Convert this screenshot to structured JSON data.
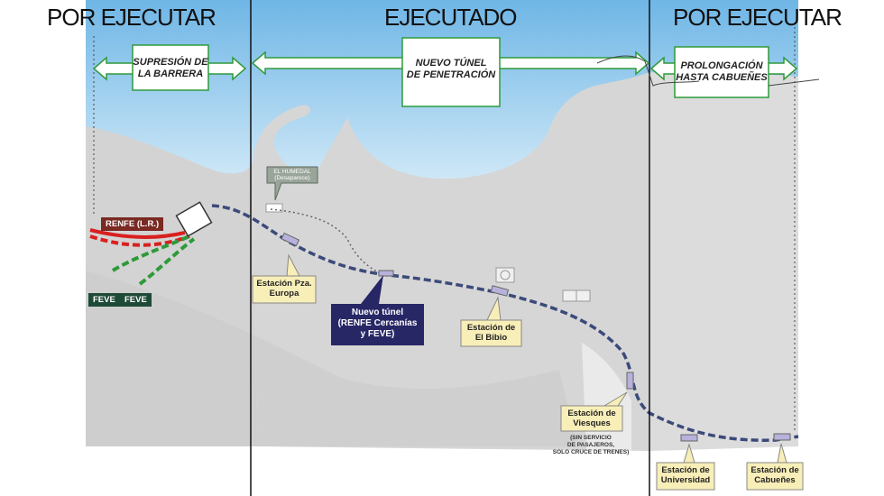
{
  "phases": {
    "left": "POR EJECUTAR",
    "center": "EJECUTADO",
    "right": "POR EJECUTAR"
  },
  "sections": {
    "barrier": [
      "SUPRESIÓN DE",
      "LA BARRERA"
    ],
    "tunnel": [
      "NUEVO TÚNEL",
      "DE PENETRACIÓN"
    ],
    "extension": [
      "PROLONGACIÓN",
      "HASTA CABUEÑES"
    ]
  },
  "humedal": [
    "EL HUMEDAL",
    "(Desaparece)"
  ],
  "tags": {
    "renfe": "RENFE (L.R.)",
    "feve1": "FEVE",
    "feve2": "FEVE"
  },
  "stations": {
    "europa": [
      "Estación Pza.",
      "Europa"
    ],
    "bibio": [
      "Estación de",
      "El Bibio"
    ],
    "viesques": [
      "Estación de",
      "Viesques"
    ],
    "viesques_note": [
      "(SIN SERVICIO",
      "DE PASAJEROS,",
      "SOLO CRUCE DE TRENES)"
    ],
    "universidad": [
      "Estación de",
      "Universidad"
    ],
    "cabuenes": [
      "Estación de",
      "Cabueñes"
    ]
  },
  "new_tunnel": [
    "Nuevo túnel",
    "(RENFE Cercanías",
    "y FEVE)"
  ],
  "colors": {
    "sea": "#aed5f0",
    "land": "#d6d6d6",
    "track": "#3b4a7a",
    "renfe": "#d9201f",
    "feve": "#2e9a3a",
    "station_bubble": "#f8eeb8",
    "tunnel_label": "#272766"
  }
}
